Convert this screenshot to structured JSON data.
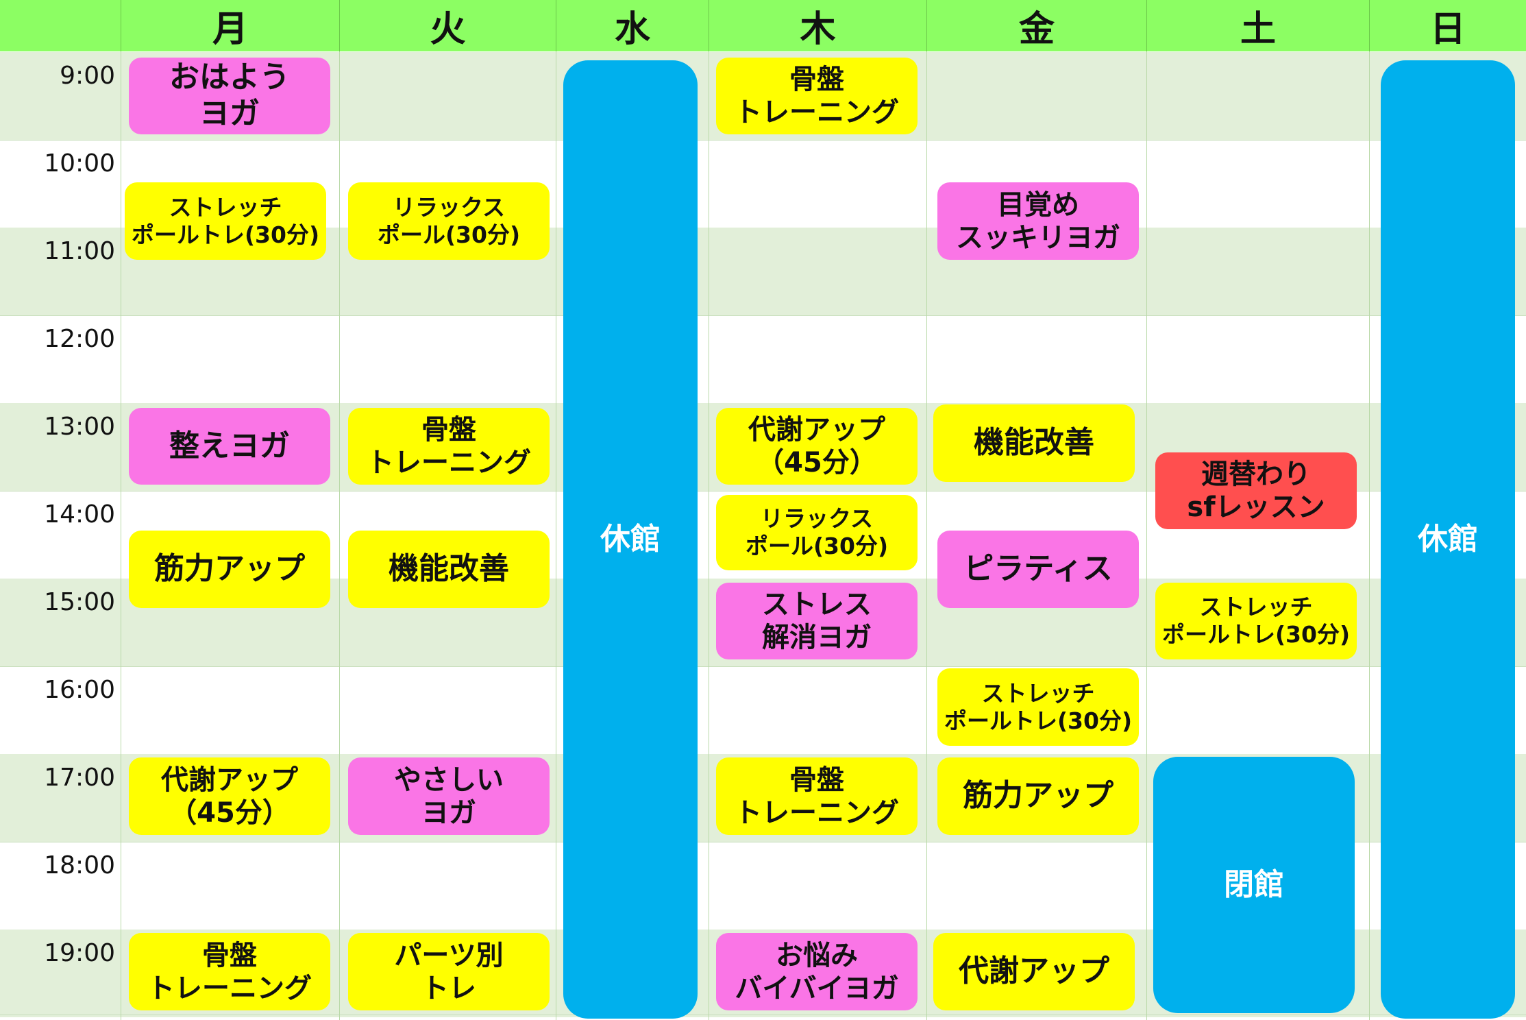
{
  "days": [
    "月",
    "火",
    "水",
    "木",
    "金",
    "土",
    "日"
  ],
  "times": [
    "9:00",
    "10:00",
    "11:00",
    "12:00",
    "13:00",
    "14:00",
    "15:00",
    "16:00",
    "17:00",
    "18:00",
    "19:00"
  ],
  "closed_label": "休館",
  "evening_closed_label": "閉館",
  "colors": {
    "header": "#8cfe63",
    "row_shade": "#e2efd9",
    "yoga": "#fa75e6",
    "training": "#ffff00",
    "special": "#ff4f4f",
    "closed": "#00b0ed"
  },
  "events": {
    "mon_0900": "おはよう\nヨガ",
    "mon_1030": "ストレッチ\nポールトレ(30分)",
    "mon_1300": "整えヨガ",
    "mon_1430": "筋力アップ",
    "mon_1700": "代謝アップ\n（45分）",
    "mon_1900": "骨盤\nトレーニング",
    "tue_1030": "リラックス\nポール(30分)",
    "tue_1300": "骨盤\nトレーニング",
    "tue_1430": "機能改善",
    "tue_1700": "やさしい\nヨガ",
    "tue_1900": "パーツ別\nトレ",
    "thu_0900": "骨盤\nトレーニング",
    "thu_1300": "代謝アップ\n（45分）",
    "thu_1400": "リラックス\nポール(30分)",
    "thu_1500": "ストレス\n解消ヨガ",
    "thu_1700": "骨盤\nトレーニング",
    "thu_1900": "お悩み\nバイバイヨガ",
    "fri_1030": "目覚め\nスッキリヨガ",
    "fri_1300": "機能改善",
    "fri_1430": "ピラティス",
    "fri_1600": "ストレッチ\nポールトレ(30分)",
    "fri_1700": "筋力アップ",
    "fri_1900": "代謝アップ",
    "sat_1330": "週替わり\nsfレッスン",
    "sat_1500": "ストレッチ\nポールトレ(30分)"
  }
}
